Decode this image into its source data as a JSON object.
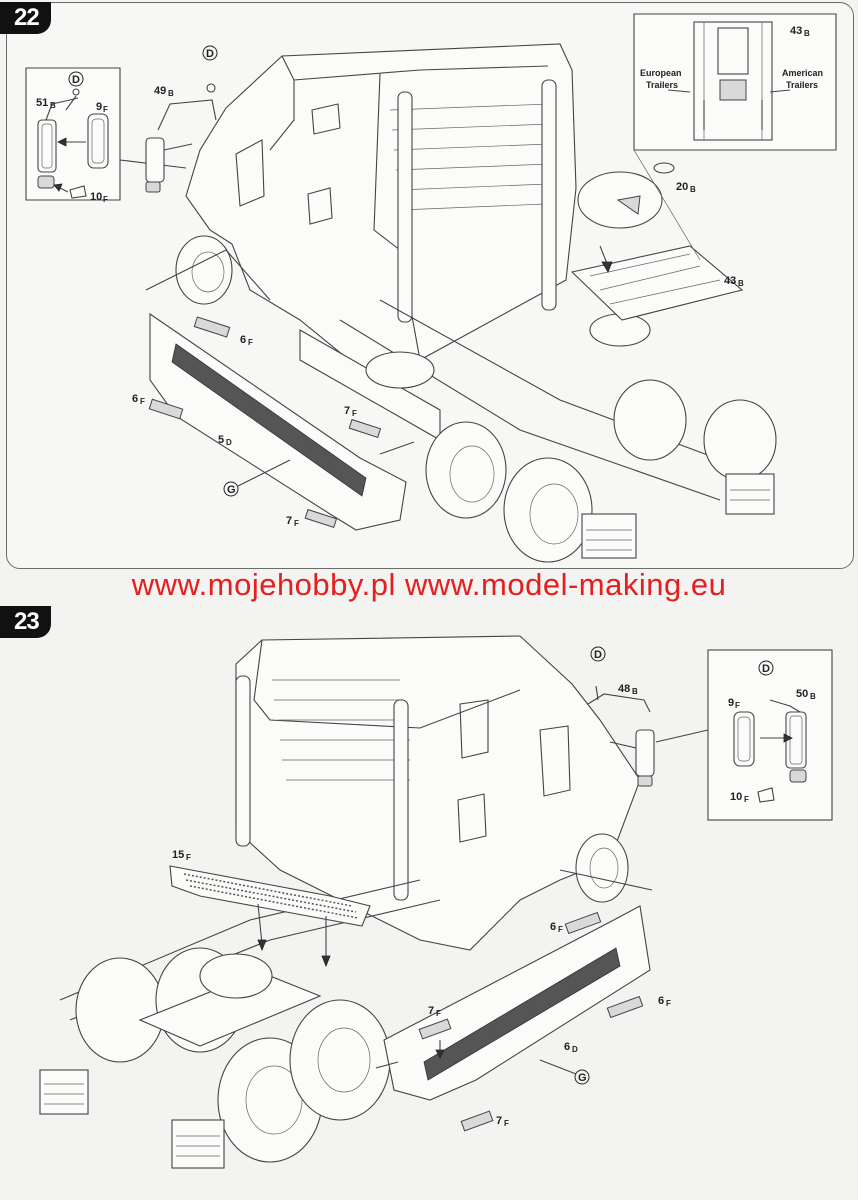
{
  "watermark": "www.mojehobby.pl www.model-making.eu",
  "steps": [
    {
      "number": "22",
      "inset_labels": {
        "part_d": "D",
        "part_51": "51",
        "part_51_suffix": "B",
        "part_9": "9",
        "part_9_suffix": "F",
        "part_10": "10",
        "part_10_suffix": "F"
      },
      "callouts": {
        "p49": "49",
        "p49s": "B",
        "d": "D",
        "p6a": "6",
        "p6as": "F",
        "p6b": "6",
        "p6bs": "F",
        "p5": "5",
        "p5s": "D",
        "p7a": "7",
        "p7as": "F",
        "p7b": "7",
        "p7bs": "F",
        "g": "G",
        "p20": "20",
        "p20s": "B",
        "p43": "43",
        "p43s": "B",
        "p43top": "43",
        "p43tops": "B"
      },
      "trailer_labels": {
        "european": [
          "European",
          "Trailers"
        ],
        "american": [
          "American",
          "Trailers"
        ]
      }
    },
    {
      "number": "23",
      "callouts": {
        "d": "D",
        "p48": "48",
        "p48s": "B",
        "p15": "15",
        "p15s": "F",
        "p6a": "6",
        "p6as": "F",
        "p6b": "6",
        "p6bs": "F",
        "p7a": "7",
        "p7as": "F",
        "p7b": "7",
        "p7bs": "F",
        "p6d": "6",
        "p6ds": "D",
        "g": "G"
      },
      "inset_labels": {
        "part_d": "D",
        "part_50": "50",
        "part_50_suffix": "B",
        "part_9": "9",
        "part_9_suffix": "F",
        "part_10": "10",
        "part_10_suffix": "F"
      }
    }
  ]
}
